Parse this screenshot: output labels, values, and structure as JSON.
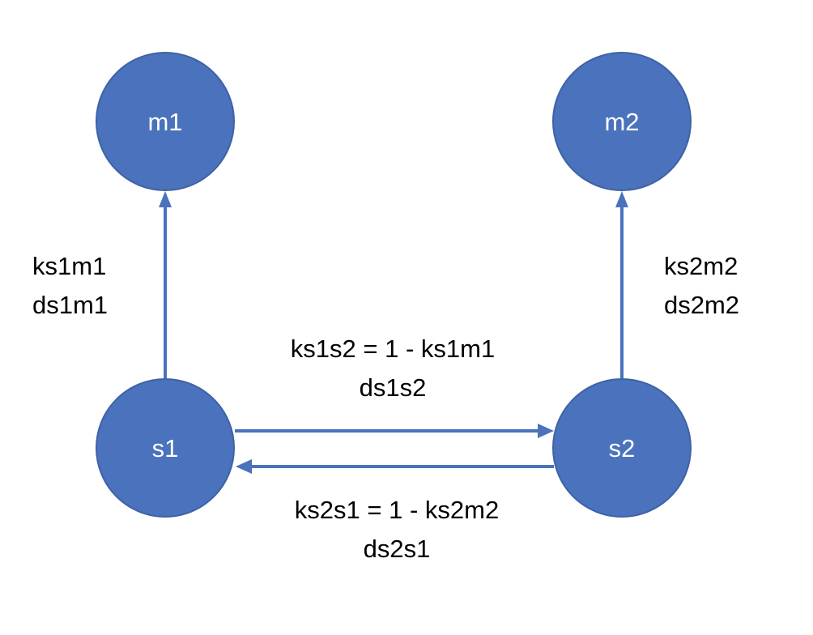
{
  "colors": {
    "node": "#4a72bd",
    "edge": "#4a72bd",
    "text_on_node": "#ffffff",
    "label_text": "#000000"
  },
  "nodes": {
    "m1": {
      "label": "m1"
    },
    "m2": {
      "label": "m2"
    },
    "s1": {
      "label": "s1"
    },
    "s2": {
      "label": "s2"
    }
  },
  "edges": {
    "s1_m1": {
      "from": "s1",
      "to": "m1",
      "label_line1": "ks1m1",
      "label_line2": "ds1m1"
    },
    "s2_m2": {
      "from": "s2",
      "to": "m2",
      "label_line1": "ks2m2",
      "label_line2": "ds2m2"
    },
    "s1_s2": {
      "from": "s1",
      "to": "s2",
      "label_line1": "ks1s2 = 1 - ks1m1",
      "label_line2": "ds1s2"
    },
    "s2_s1": {
      "from": "s2",
      "to": "s1",
      "label_line1": "ks2s1 = 1 - ks2m2",
      "label_line2": "ds2s1"
    }
  }
}
